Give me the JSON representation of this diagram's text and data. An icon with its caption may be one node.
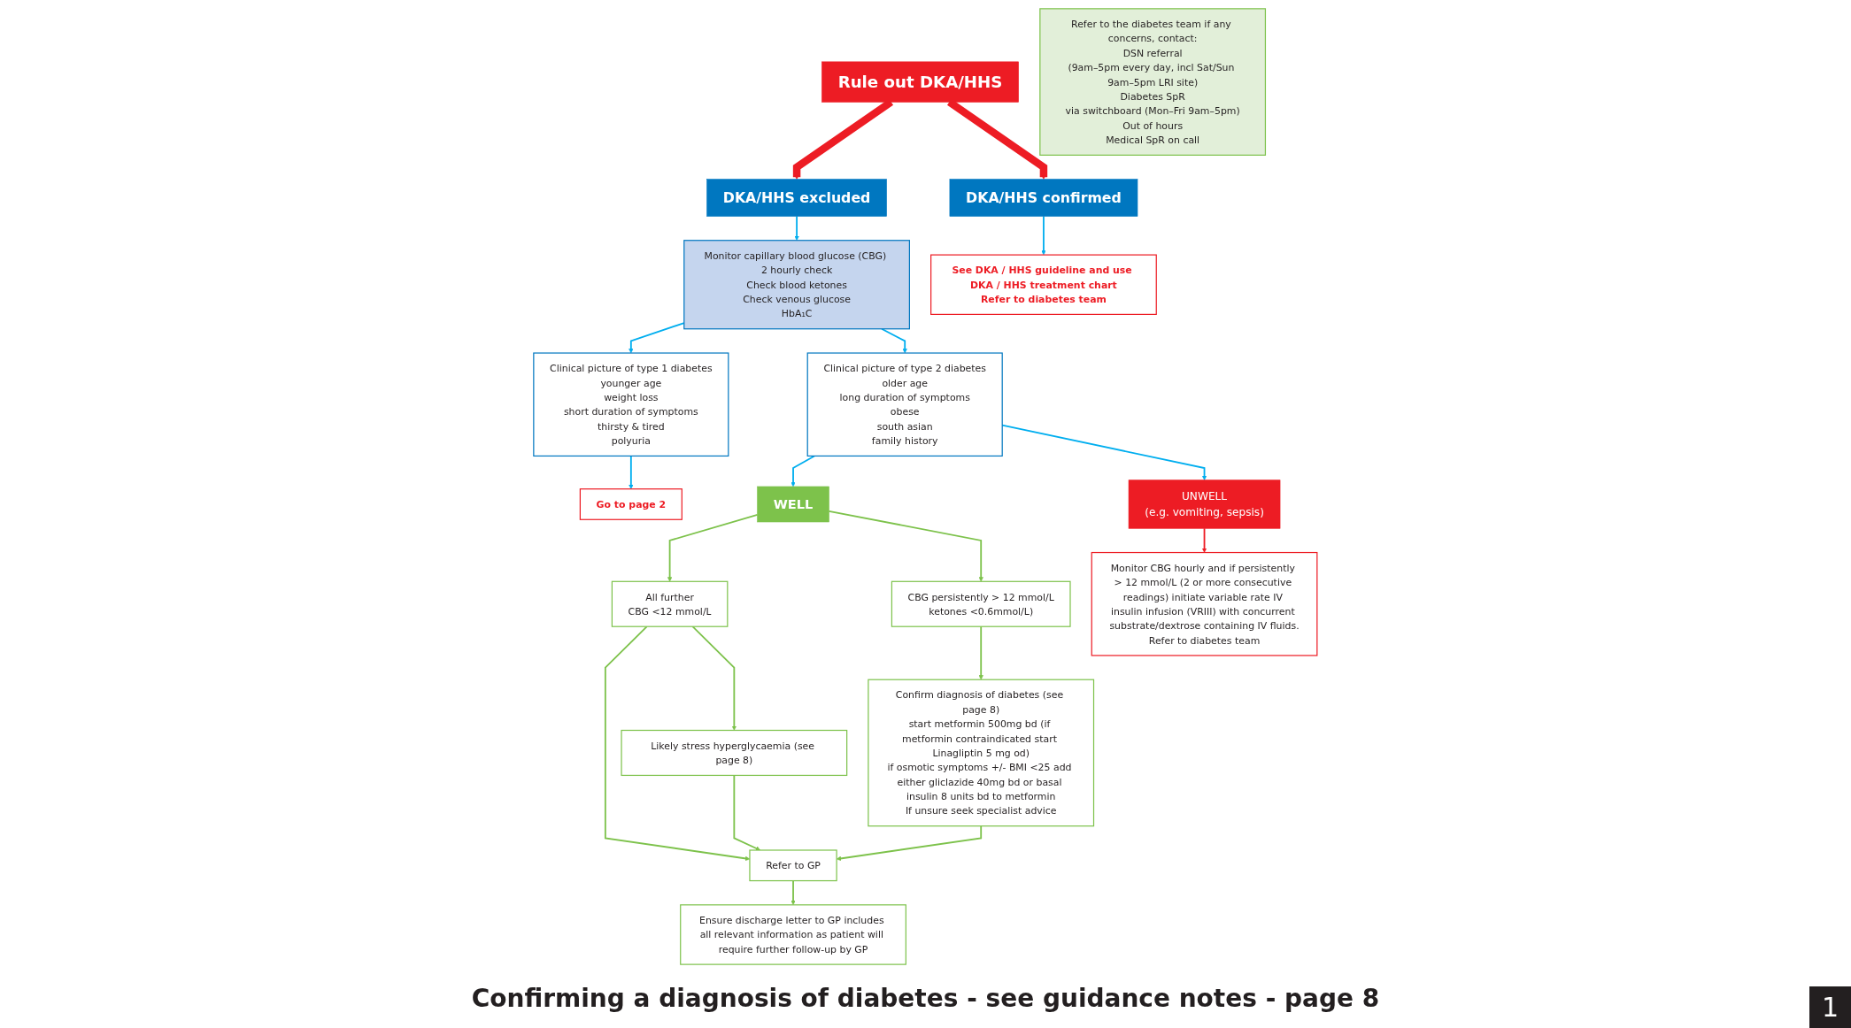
{
  "diagram": {
    "caption": "Confirming a diagnosis of diabetes - see guidance notes - page 8",
    "nodes": [
      {
        "text": [
          "DKA/HHS excluded"
        ]
      },
      {
        "text": [
          "Rule out DKA/HHS"
        ]
      },
      {
        "text": [
          "DKA/HHS confirmed"
        ]
      },
      {
        "text": [
          "Monitor capillary blood glucose (CBG) 2 hourly check",
          "Check blood ketones",
          "Check venous glucose",
          "HbA₁C"
        ]
      },
      {
        "text": [
          "See DKA / HHS guideline and use DKA / HHS treatment chart",
          "Refer to diabetes team"
        ]
      },
      {
        "text": [
          "Clinical picture of type 1 diabetes",
          "younger age",
          "weight loss",
          "short duration of symptoms",
          "thirsty & tired",
          "polyuria"
        ]
      },
      {
        "text": [
          "Clinical picture of type 2 diabetes",
          "older age",
          "long duration of symptoms",
          "obese",
          "south asian",
          "family history"
        ]
      },
      {
        "text": [
          "Go to page 2"
        ]
      },
      {
        "text": [
          "WELL"
        ]
      },
      {
        "text": [
          "UNWELL",
          "(e.g. vomiting, sepsis)"
        ]
      },
      {
        "text": [
          "All further",
          "CBG <12 mmol/L"
        ]
      },
      {
        "text": [
          "CBG persistently > 12 mmol/L",
          "ketones <0.6mmol/L)"
        ]
      },
      {
        "text": [
          "Likely stress hyperglycaemia (see page 8)"
        ]
      },
      {
        "text": [
          "Refer to GP"
        ]
      },
      {
        "text": [
          "Confirm diagnosis of diabetes (see page 8)",
          "start metformin 500mg bd (if metformin contraindicated start Linagliptin 5 mg od)",
          "if osmotic symptoms +/- BMI <25 add either gliclazide 40mg bd or basal insulin 8 units bd to metformin",
          "If unsure seek specialist advice"
        ]
      },
      {
        "text": [
          "Ensure discharge letter to GP includes all relevant information as patient will require further follow-up by GP"
        ]
      },
      {
        "text": [
          "Monitor CBG hourly and if persistently > 12 mmol/L (2 or more consecutive readings) initiate variable rate IV insulin infusion (VRIII) with concurrent substrate/dextrose containing IV fluids.",
          "Refer to diabetes team"
        ]
      },
      {
        "text": [
          "Refer to the diabetes team if any concerns, contact:",
          "DSN referral",
          "(9am–5pm every day, incl Sat/Sun 9am–5pm LRI site)",
          "Diabetes SpR",
          "via switchboard (Mon–Fri 9am–5pm)",
          "Out of hours",
          "Medical SpR on call"
        ]
      }
    ],
    "edges": [
      {
        "from": 1,
        "to": 0,
        "arrow": "to",
        "style": "thick",
        "color": "#ed1c24"
      },
      {
        "from": 1,
        "to": 2,
        "arrow": "to",
        "style": "thick",
        "color": "#ed1c24"
      },
      {
        "from": 0,
        "to": 3,
        "arrow": "to",
        "color": "#00aeef"
      },
      {
        "from": 2,
        "to": 4,
        "arrow": "to",
        "color": "#00aeef"
      },
      {
        "from": 3,
        "to": 5,
        "arrow": "to",
        "color": "#00aeef"
      },
      {
        "from": 3,
        "to": 6,
        "arrow": "to",
        "color": "#00aeef"
      },
      {
        "from": 5,
        "to": 7,
        "arrow": "to",
        "color": "#00aeef"
      },
      {
        "from": 6,
        "to": 8,
        "arrow": "to",
        "color": "#00aeef"
      },
      {
        "from": 6,
        "to": 9,
        "arrow": "to",
        "color": "#00aeef"
      },
      {
        "from": 8,
        "to": 10,
        "arrow": "to"
      },
      {
        "from": 8,
        "to": 11,
        "arrow": "to"
      },
      {
        "from": 10,
        "to": 12,
        "arrow": "to"
      },
      {
        "from": 10,
        "to": 13,
        "arrow": "to"
      },
      {
        "from": 12,
        "to": 13,
        "arrow": "to"
      },
      {
        "from": 11,
        "to": 14,
        "arrow": "to"
      },
      {
        "from": 14,
        "to": 13,
        "arrow": "to"
      },
      {
        "from": 13,
        "to": 15,
        "arrow": "to"
      },
      {
        "from": 9,
        "to": 16,
        "arrow": "to",
        "color": "#ed1c24"
      }
    ],
    "labels": [
      "1"
    ]
  }
}
